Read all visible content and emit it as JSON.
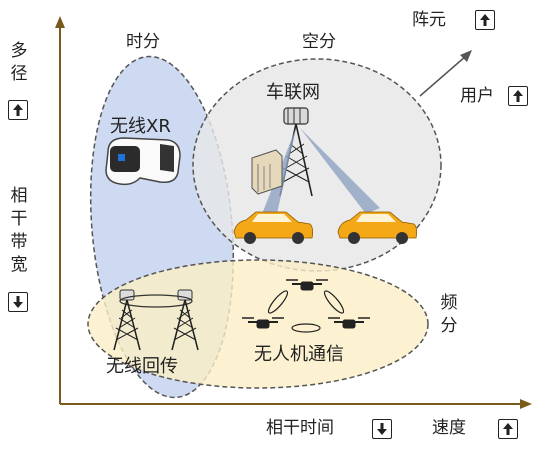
{
  "y_axis_top": [
    "多",
    "径"
  ],
  "y_axis_bottom": [
    "相",
    "干",
    "带",
    "宽"
  ],
  "x_axis": {
    "coherence_time": "相干时间",
    "speed": "速度"
  },
  "regions": {
    "time": "时分",
    "space": "空分",
    "freq": [
      "频",
      "分"
    ]
  },
  "diag": {
    "array": "阵元",
    "users": "用户"
  },
  "apps": {
    "xr": "无线XR",
    "v2x": "车联网",
    "backhaul": "无线回传",
    "uav": "无人机通信"
  },
  "colors": {
    "time_fill": "#c5d3ef",
    "space_fill": "#e6e6e6",
    "freq_fill": "#fbefc6",
    "car": "#f4a817",
    "beam": "#8fa3c2"
  }
}
